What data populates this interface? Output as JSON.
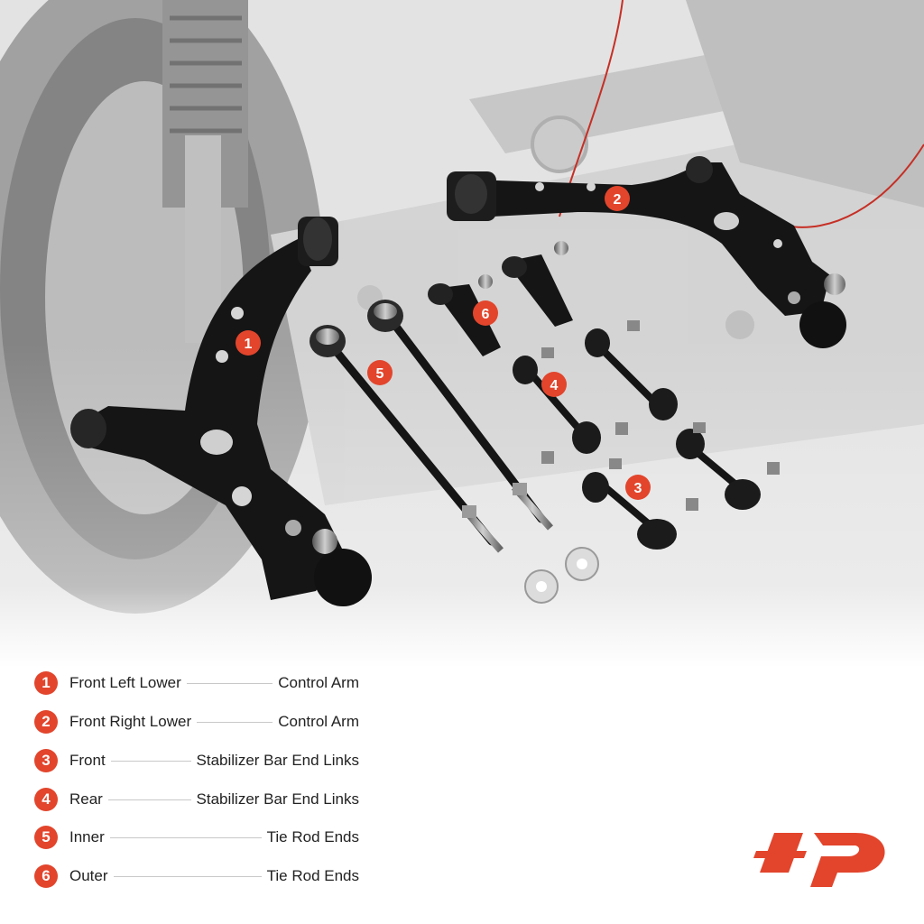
{
  "legend": [
    {
      "num": "1",
      "left": "Front Left Lower",
      "right": "Control Arm"
    },
    {
      "num": "2",
      "left": "Front Right Lower",
      "right": "Control Arm"
    },
    {
      "num": "3",
      "left": "Front",
      "right": "Stabilizer Bar End Links"
    },
    {
      "num": "4",
      "left": "Rear",
      "right": "Stabilizer Bar End Links"
    },
    {
      "num": "5",
      "left": "Inner",
      "right": "Tie Rod Ends"
    },
    {
      "num": "6",
      "left": "Outer",
      "right": "Tie Rod Ends"
    }
  ],
  "callouts": [
    "1",
    "2",
    "3",
    "4",
    "5",
    "6"
  ],
  "colors": {
    "accent": "#e2452c",
    "part_black": "#151515",
    "background_gray": "#d9d9d9"
  },
  "icons": {
    "logo": "a-premium-logo"
  }
}
